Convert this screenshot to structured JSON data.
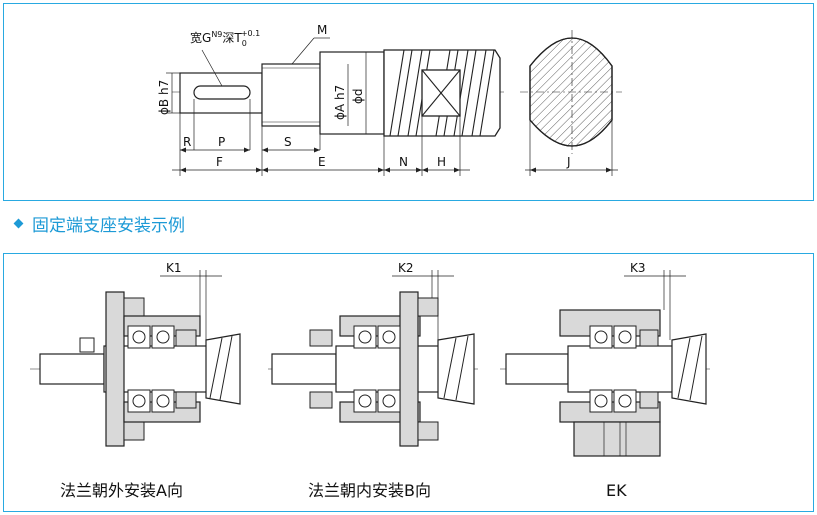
{
  "top_drawing": {
    "keyway_note_prefix": "宽G",
    "keyway_note_sup": "N9",
    "keyway_note_mid": "深T",
    "keyway_note_sub": "0",
    "keyway_note_tol": "+0.1",
    "label_M": "M",
    "label_B": "ϕB h7",
    "label_A": "ϕA h7",
    "label_d": "ϕd",
    "label_R": "R",
    "label_P": "P",
    "label_S": "S",
    "label_F": "F",
    "label_E": "E",
    "label_N": "N",
    "label_H": "H",
    "label_J": "J"
  },
  "section_heading": "固定端支座安装示例",
  "examples": [
    {
      "dim_label": "K1",
      "caption": "法兰朝外安装A向"
    },
    {
      "dim_label": "K2",
      "caption": "法兰朝内安装B向"
    },
    {
      "dim_label": "K3",
      "caption": "EK"
    }
  ],
  "colors": {
    "frame": "#29a9e1",
    "heading": "#1d9ad6",
    "housing_fill": "#d9d9d9",
    "line": "#222222"
  }
}
